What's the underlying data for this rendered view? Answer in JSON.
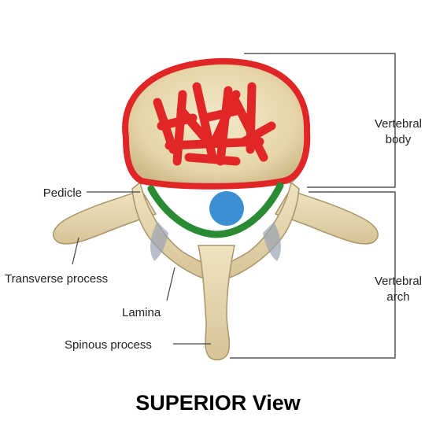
{
  "labels": {
    "pedicle": "Pedicle",
    "transverse_process": "Transverse process",
    "lamina": "Lamina",
    "spinous_process": "Spinous process",
    "vertebral_body_1": "Vertebral",
    "vertebral_body_2": "body",
    "vertebral_arch_1": "Vertebral",
    "vertebral_arch_2": "arch"
  },
  "title": "SUPERIOR View",
  "colors": {
    "bone": "#e9dcb5",
    "bone_shade": "#c9b886",
    "bone_outline": "#a8956a",
    "annotation_red": "#e02626",
    "annotation_green": "#2b8a34",
    "annotation_blue": "#3d8fd4",
    "bracket": "#555555"
  }
}
